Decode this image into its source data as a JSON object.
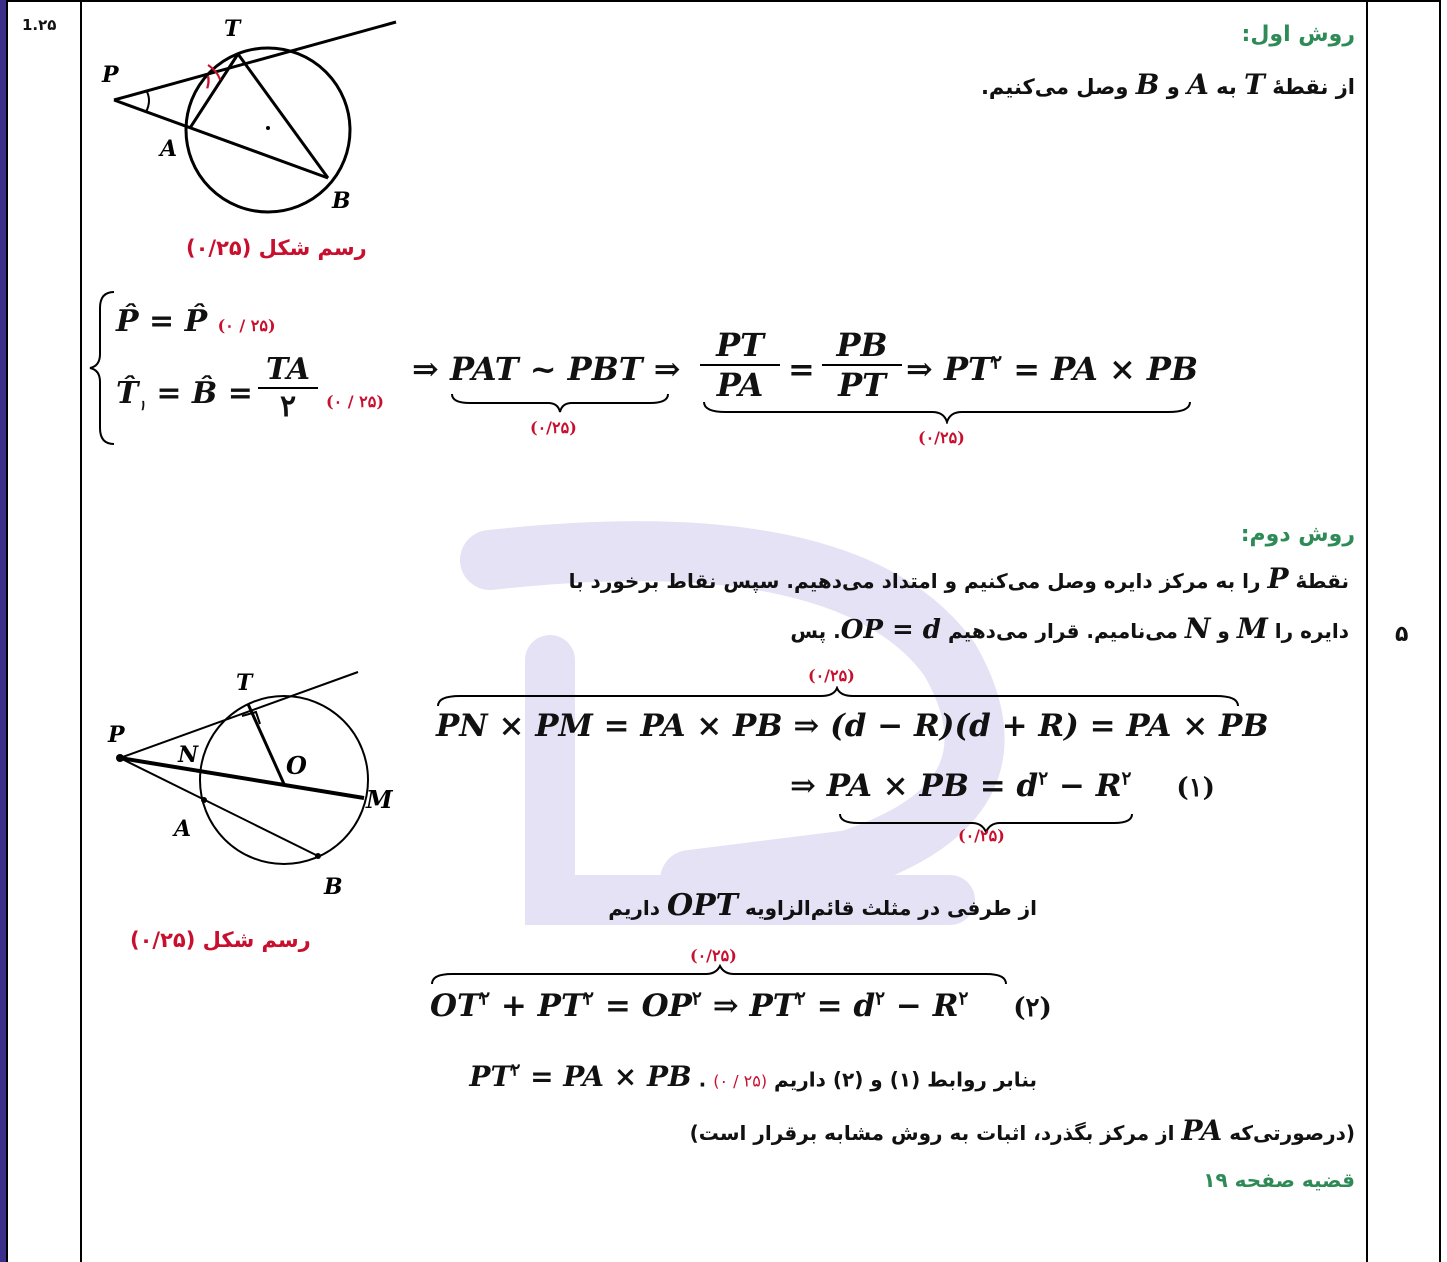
{
  "score": "1.۲۵",
  "question_number": "۵",
  "method1": {
    "title": "روش اول:",
    "line1_before": "از نقطهٔ",
    "line1_T": "T",
    "line1_mid1": "به",
    "line1_A": "A",
    "line1_and": "و",
    "line1_B": "B",
    "line1_after": "وصل می‌کنیم.",
    "figure_caption": "رسم شکل (۰/۲۵)",
    "fig_labels": {
      "P": "P",
      "T": "T",
      "A": "A",
      "B": "B",
      "one": "۱"
    },
    "eq_P": "P̂ = P̂",
    "eq_P_score": "(۰ / ۲۵)",
    "eq_T_lhs": "T̂",
    "eq_T_sub": "۱",
    "eq_T_mid": "= B̂ =",
    "eq_T_num": "TA",
    "eq_T_den": "۲",
    "eq_T_score": "(۰ / ۲۵)",
    "similar": "⇒ PAT ~ PBT ⇒",
    "similar_score": "(۰/۲۵)",
    "ratio_num1": "PT",
    "ratio_den1": "PA",
    "ratio_eq": "=",
    "ratio_num2": "PB",
    "ratio_den2": "PT",
    "ratio_result": "⇒ PT",
    "ratio_result_sup": "۲",
    "ratio_result_tail": "= PA × PB",
    "ratio_score": "(۰/۲۵)"
  },
  "method2": {
    "title": "روش دوم:",
    "line1_a": "نقطهٔ",
    "line1_P": "P",
    "line1_b": "را به مرکز دایره وصل می‌کنیم و امتداد می‌دهیم. سپس نقاط برخورد با",
    "line2_a": "دایره را",
    "line2_M": "M",
    "line2_and": "و",
    "line2_N": "N",
    "line2_b": "می‌نامیم. قرار می‌دهیم",
    "line2_eq": "OP = d",
    "line2_c": ". پس",
    "fig_labels": {
      "P": "P",
      "T": "T",
      "N": "N",
      "O": "O",
      "M": "M",
      "A": "A",
      "B": "B"
    },
    "figure_caption": "رسم شکل (۰/۲۵)",
    "eq1_score": "(۰/۲۵)",
    "eq1": "PN × PM = PA × PB ⇒ (d − R)(d + R) = PA × PB",
    "eq2_arrow": "⇒",
    "eq2": "PA × PB = d",
    "eq2_sup1": "۲",
    "eq2_tail": "− R",
    "eq2_sup2": "۲",
    "eq2_tag": "(۱)",
    "eq2_score": "(۰/۲۵)",
    "right_tri_a": "از طرفی در مثلث قائم‌الزاویه",
    "right_tri_sym": "OPT",
    "right_tri_b": "داریم",
    "eq3_score": "(۰/۲۵)",
    "eq3_a": "OT",
    "eq3_b": "+ PT",
    "eq3_c": "= OP",
    "eq3_d": "⇒ PT",
    "eq3_e": "= d",
    "eq3_f": "− R",
    "eq3_sup": "۲",
    "eq3_tag": "(۲)",
    "conclusion_a": "بنابر روابط (۱) و (۲) داریم",
    "conclusion_eq": "PT",
    "conclusion_sup": "۲",
    "conclusion_tail": "= PA × PB",
    "conclusion_dot": ".",
    "conclusion_score": "(۰ / ۲۵)",
    "note_a": "(درصورتی‌که",
    "note_PA": "PA",
    "note_b": "از مرکز بگذرد، اثبات به روش مشابه برقرار است)",
    "reference": "قضیه صفحه ۱۹"
  },
  "colors": {
    "green": "#2e8b57",
    "red": "#c8102e",
    "frame": "#000000",
    "sidebar": "#3b2f8c"
  }
}
